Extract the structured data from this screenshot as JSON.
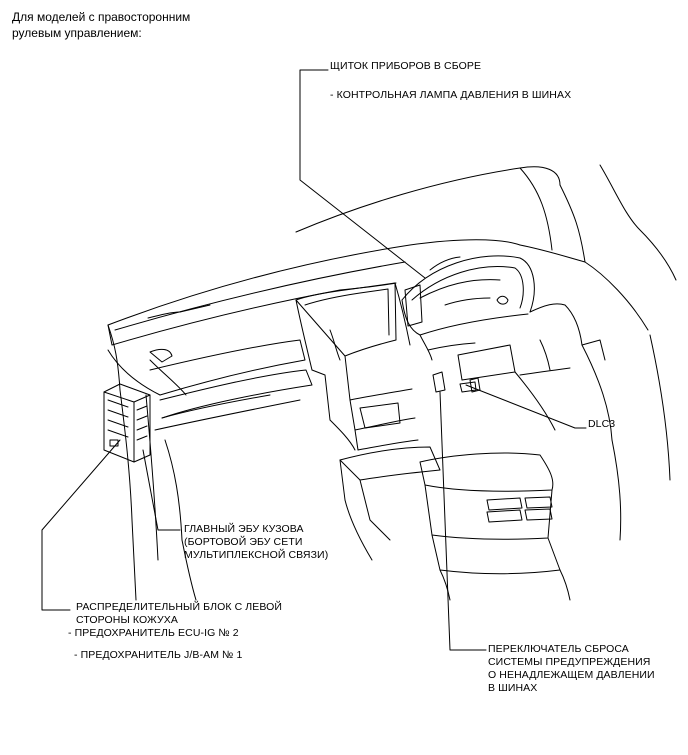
{
  "header": {
    "line1": "Для моделей с правосторонним",
    "line2": "рулевым управлением:"
  },
  "labels": {
    "cluster": {
      "title": "ЩИТОК ПРИБОРОВ В СБОРЕ",
      "sub": "- КОНТРОЛЬНАЯ ЛАМПА ДАВЛЕНИЯ В ШИНАХ"
    },
    "dlc3": "DLC3",
    "body_ecu": {
      "line1": "ГЛАВНЫЙ ЭБУ КУЗОВА",
      "line2": "(БОРТОВОЙ ЭБУ СЕТИ",
      "line3": "МУЛЬТИПЛЕКСНОЙ СВЯЗИ)"
    },
    "junction_block": {
      "line1": "РАСПРЕДЕЛИТЕЛЬНЫЙ БЛОК С ЛЕВОЙ",
      "line2": "СТОРОНЫ КОЖУХА",
      "fuse1": "- ПРЕДОХРАНИТЕЛЬ ECU-IG № 2",
      "fuse2": "- ПРЕДОХРАНИТЕЛЬ J/B-AM № 1"
    },
    "reset_switch": {
      "line1": "ПЕРЕКЛЮЧАТЕЛЬ СБРОСА",
      "line2": "СИСТЕМЫ ПРЕДУПРЕЖДЕНИЯ",
      "line3": "О НЕНАДЛЕЖАЩЕМ ДАВЛЕНИИ",
      "line4": "В ШИНАХ"
    }
  },
  "colors": {
    "line": "#000000",
    "background": "#ffffff"
  }
}
